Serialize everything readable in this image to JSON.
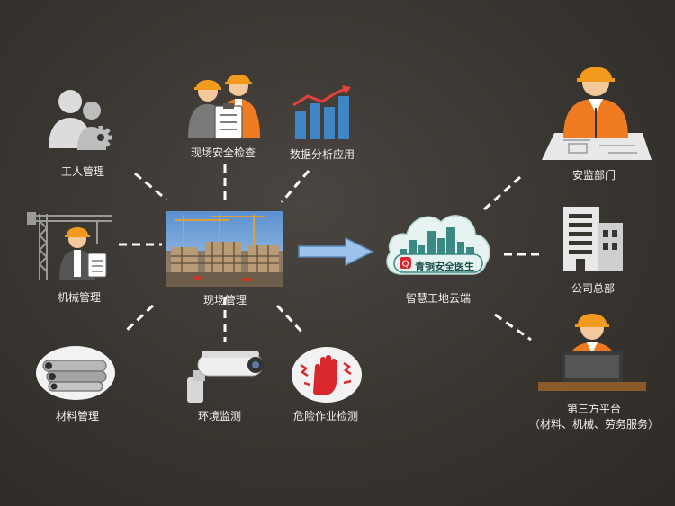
{
  "hub": {
    "label": "现场管理"
  },
  "cloud": {
    "brand": "青铜安全医生",
    "label": "智慧工地云端"
  },
  "modules": [
    {
      "key": "worker",
      "label": "工人管理",
      "icon": "worker-group-gear-icon"
    },
    {
      "key": "inspection",
      "label": "现场安全检查",
      "icon": "inspectors-clipboard-icon"
    },
    {
      "key": "data",
      "label": "数据分析应用",
      "icon": "bar-chart-trend-icon"
    },
    {
      "key": "machine",
      "label": "机械管理",
      "icon": "tower-crane-worker-icon"
    },
    {
      "key": "material",
      "label": "材料管理",
      "icon": "steel-pipes-icon"
    },
    {
      "key": "environment",
      "label": "环境监测",
      "icon": "cctv-camera-icon"
    },
    {
      "key": "danger",
      "label": "危险作业检测",
      "icon": "hazard-hand-icon"
    }
  ],
  "stakeholders": [
    {
      "key": "supervision",
      "label": "安监部门",
      "icon": "supervisor-blueprint-icon"
    },
    {
      "key": "hq",
      "label": "公司总部",
      "icon": "office-building-icon"
    },
    {
      "key": "thirdparty",
      "label": "第三方平台",
      "sublabel": "（材料、机械、劳务服务）",
      "icon": "worker-laptop-icon"
    }
  ],
  "colors": {
    "background": "#38342f",
    "hardhat": "#f29a1e",
    "vest": "#f07b21",
    "cloud": "#e6f3f1",
    "arrow": "#9cc3ea",
    "brand": "#d9272e"
  }
}
